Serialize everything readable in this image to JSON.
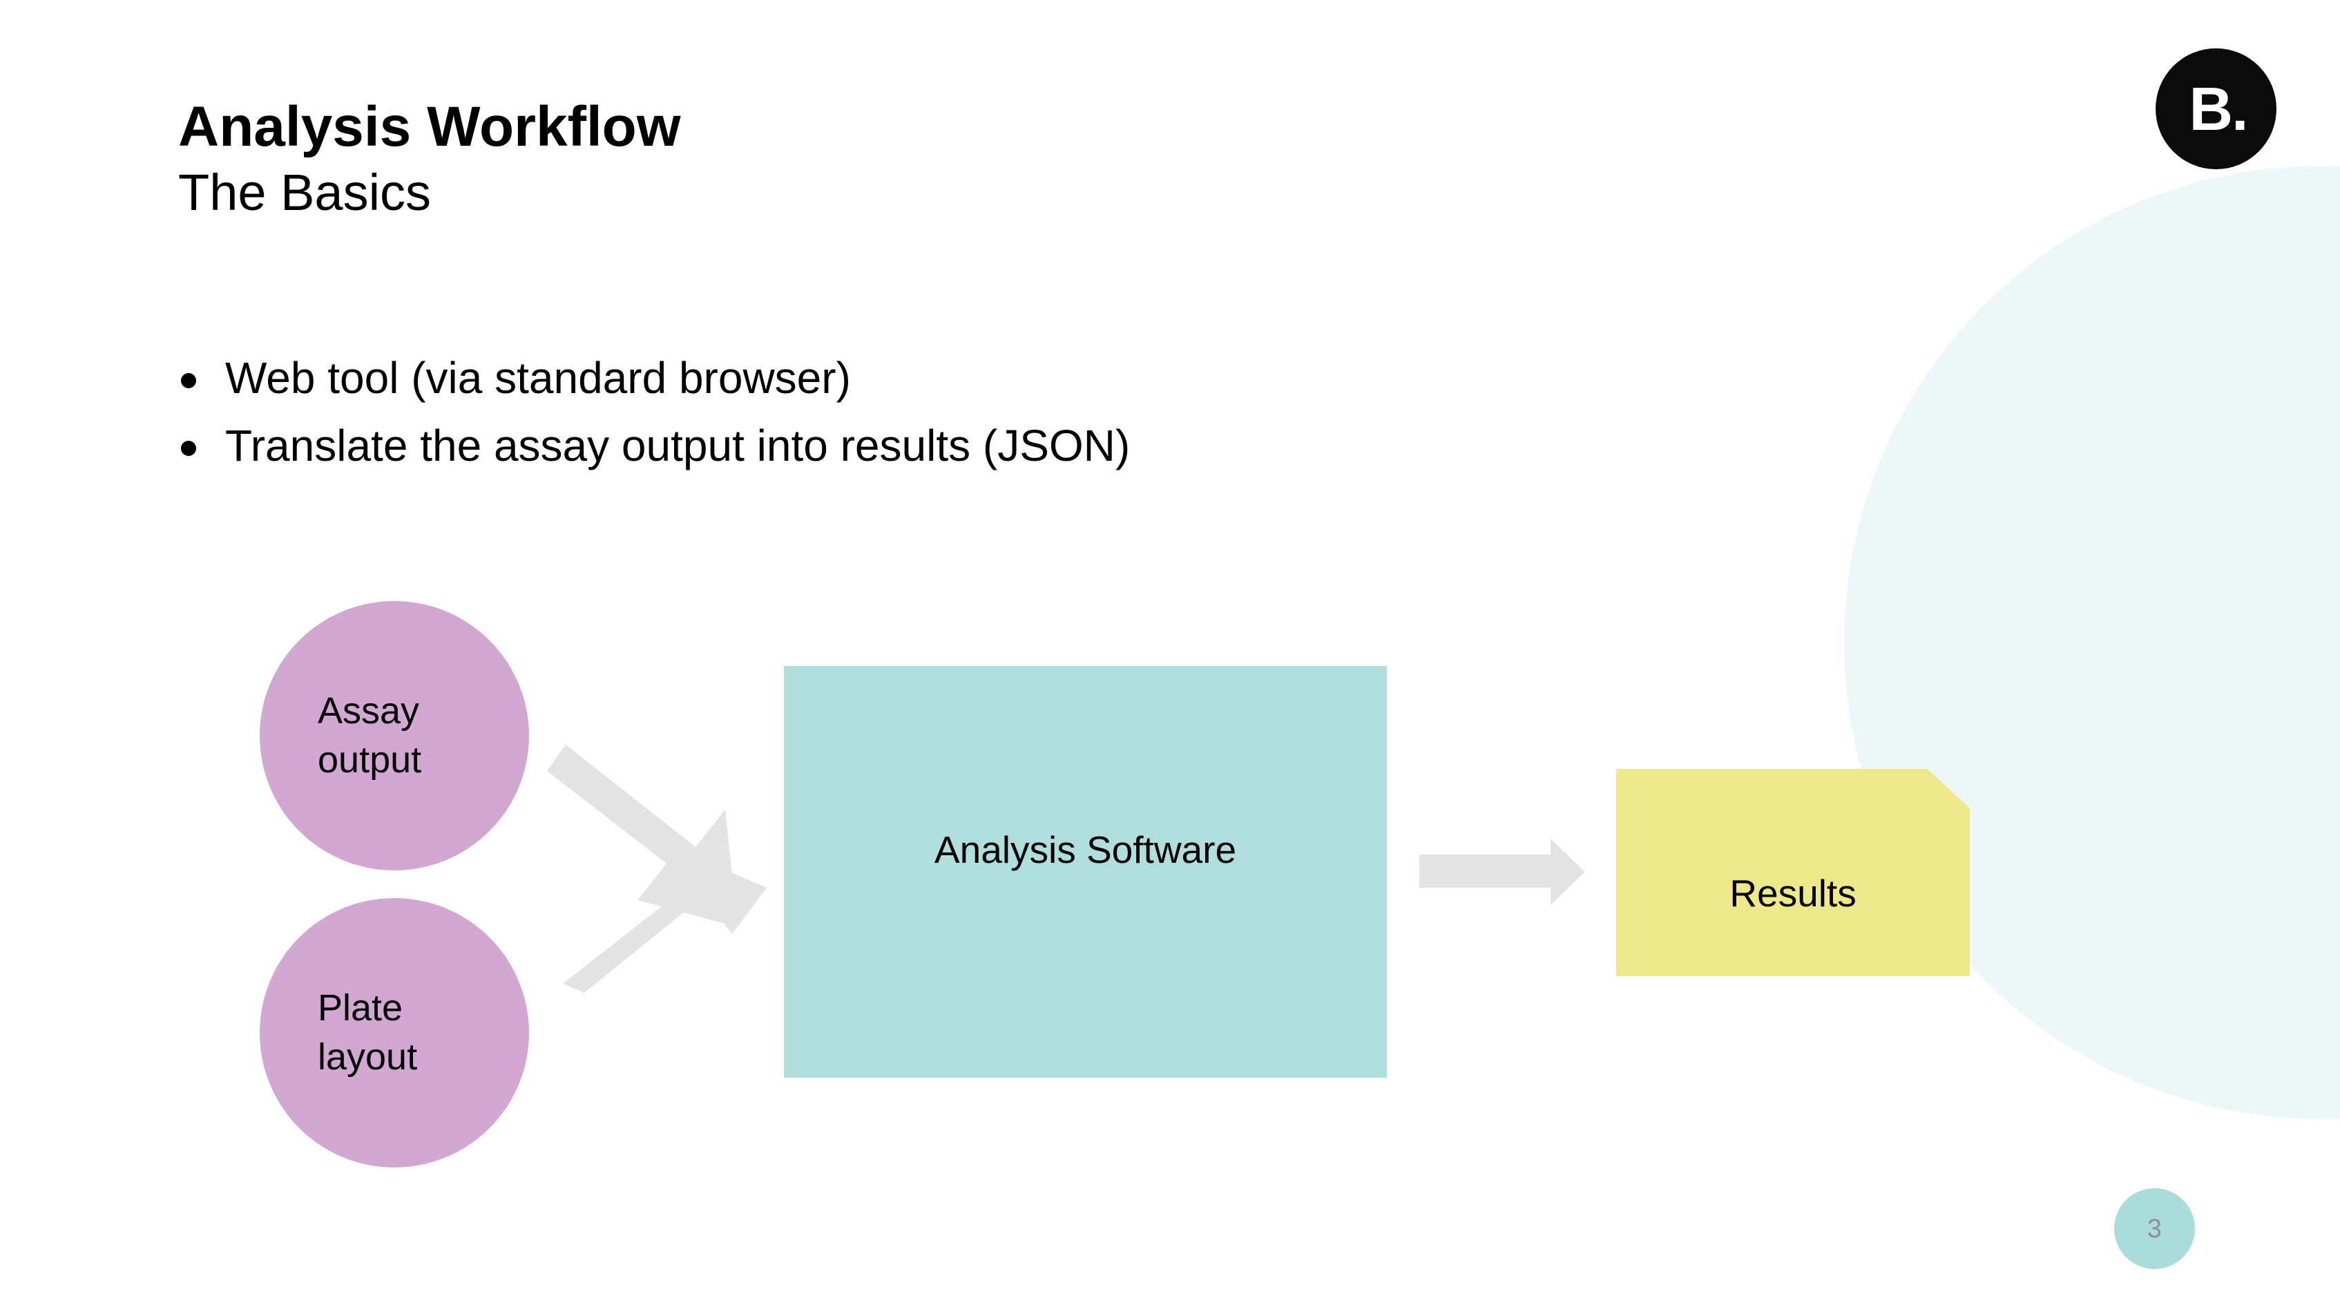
{
  "slide": {
    "title": "Analysis Workflow",
    "subtitle": "The Basics",
    "page_number": "3"
  },
  "logo": {
    "text": "B.",
    "icon": "brand-b-logo",
    "background_color": "#0B0B0B",
    "text_color": "#FFFFFF"
  },
  "bullets": [
    {
      "text": "Web tool (via standard browser)"
    },
    {
      "text": "Translate the assay output into results (JSON)"
    }
  ],
  "diagram": {
    "nodes": [
      {
        "id": "assay-output",
        "label": "Assay\noutput",
        "label_line1": "Assay",
        "label_line2": "output",
        "shape": "circle",
        "color": "#D2A8D2"
      },
      {
        "id": "plate-layout",
        "label": "Plate\nlayout",
        "label_line1": "Plate",
        "label_line2": "layout",
        "shape": "circle",
        "color": "#D2A8D2"
      },
      {
        "id": "analysis-software",
        "label": "Analysis Software",
        "shape": "rectangle",
        "color": "#AFDEDC"
      },
      {
        "id": "results",
        "label": "Results",
        "shape": "folded-corner-document",
        "color": "#EDE88C"
      }
    ],
    "arrows": [
      {
        "id": "assay-to-software",
        "direction": "down-right",
        "color": "#E3E3E3"
      },
      {
        "id": "plate-to-software",
        "direction": "up-right",
        "color": "#E3E3E3"
      },
      {
        "id": "software-to-results",
        "direction": "right",
        "color": "#E3E3E3"
      }
    ]
  },
  "theme": {
    "background": "#FFFFFF",
    "decorative_circle": "#EEF7F8",
    "page_badge": "#A9DCDA",
    "page_number_text": "#8F8E94"
  }
}
